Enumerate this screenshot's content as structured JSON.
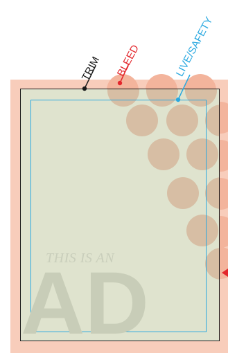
{
  "labels": {
    "trim": "TRIM",
    "bleed": "BLEED",
    "live_safety": "LIVE/SAFETY"
  },
  "ad": {
    "small_text": "THIS IS AN",
    "big_text": "AD"
  },
  "colors": {
    "trim": "#1a1a1a",
    "bleed": "#e3262c",
    "live_safety": "#29a8e0",
    "bleed_area": "#f8cdbb",
    "page_background": "#dfe3ce"
  }
}
